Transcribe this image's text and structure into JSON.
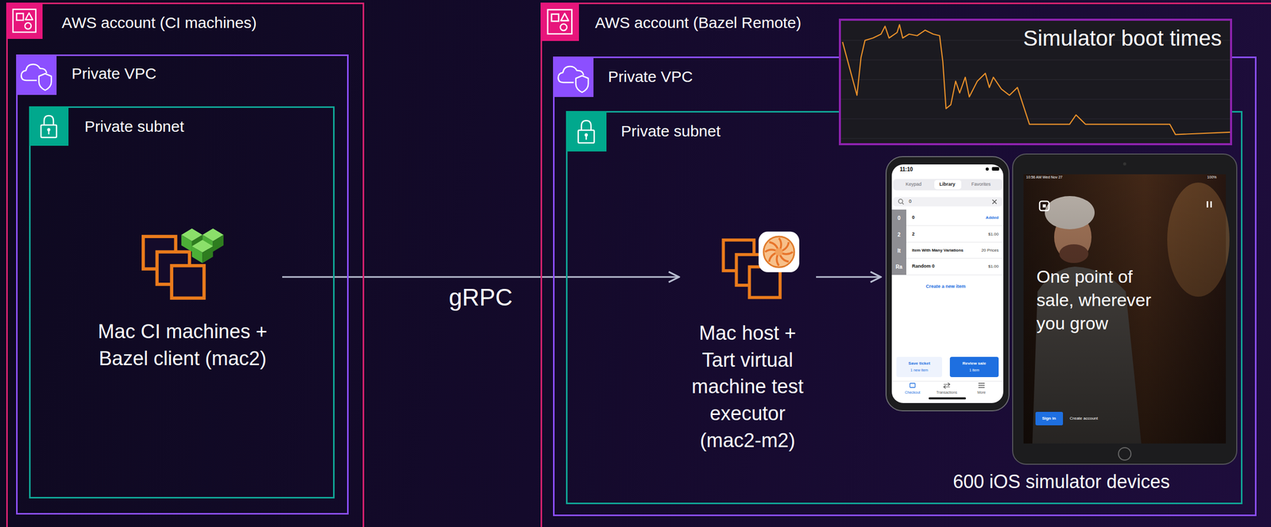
{
  "diagram": {
    "nodes": [
      {
        "text": [
          "AWS account (CI machines)"
        ]
      },
      {
        "text": [
          "Private VPC"
        ],
        "in": 0
      },
      {
        "text": [
          "Private subnet"
        ],
        "in": 1
      },
      {
        "text": [
          "Mac CI machines + Bazel client (mac2)"
        ],
        "in": 2
      },
      {
        "text": [
          "AWS account (Bazel Remote)"
        ]
      },
      {
        "text": [
          "Simulator boot times"
        ],
        "in": 4
      },
      {
        "text": [
          "Private VPC"
        ],
        "in": 4
      },
      {
        "text": [
          "Private subnet"
        ],
        "in": 6
      },
      {
        "text": [
          "Mac host + Tart virtual machine test executor (mac2-m2)"
        ],
        "in": 7
      },
      {
        "text": [
          "600 iOS simulator devices"
        ],
        "in": 7
      }
    ],
    "edges": [
      {
        "from": 3,
        "to": 8,
        "label": "gRPC",
        "arrow": "to"
      },
      {
        "from": 8,
        "to": 9,
        "arrow": "to"
      }
    ],
    "labels": [
      "11:10",
      "Keypad",
      "Library",
      "Favorites",
      "0",
      "0",
      "0",
      "Added",
      "2",
      "2",
      "$1.00",
      "It",
      "Item With Many Variations",
      "20 Prices",
      "Ra",
      "Random 0",
      "$1.00",
      "Create a new item",
      "Save ticket",
      "1 new item",
      "Review sale",
      "1 item",
      "Checkout",
      "Transactions",
      "More",
      "10:56 AM Wed Nov 27",
      "100%",
      "One point of sale, wherever you grow",
      "Sign in",
      "Create account"
    ]
  }
}
